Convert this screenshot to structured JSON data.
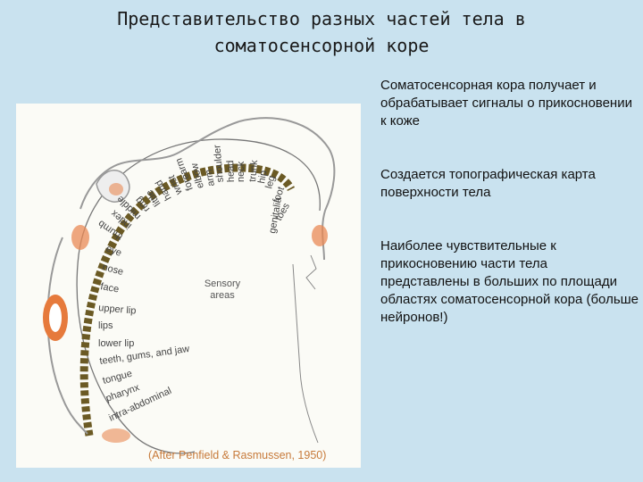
{
  "title": {
    "line1": "Представительство разных частей тела в",
    "line2": "соматосенсорной коре"
  },
  "figure": {
    "labels": [
      "genitalia",
      "toes",
      "foot",
      "leg",
      "hip",
      "trunk",
      "neck",
      "head",
      "shoulder",
      "arm",
      "elbow",
      "forearm",
      "wrist",
      "hand",
      "little",
      "ring",
      "middle",
      "index",
      "thumb",
      "eye",
      "nose",
      "face",
      "upper lip",
      "lips",
      "lower lip",
      "teeth, gums, and jaw",
      "tongue",
      "pharynx",
      "intra-abdominal"
    ],
    "area_label_line1": "Sensory",
    "area_label_line2": "areas",
    "credit": "(After Penfield & Rasmussen, 1950)"
  },
  "paragraphs": [
    "Соматосенсорная кора получает и обрабатывает сигналы о прикосновении к коже",
    "Создается топографическая карта поверхности тела",
    "Наиболее чувствительные к прикосновению части тела представлены в больших по площади областях соматосенсорной кора (больше нейронов!)"
  ]
}
